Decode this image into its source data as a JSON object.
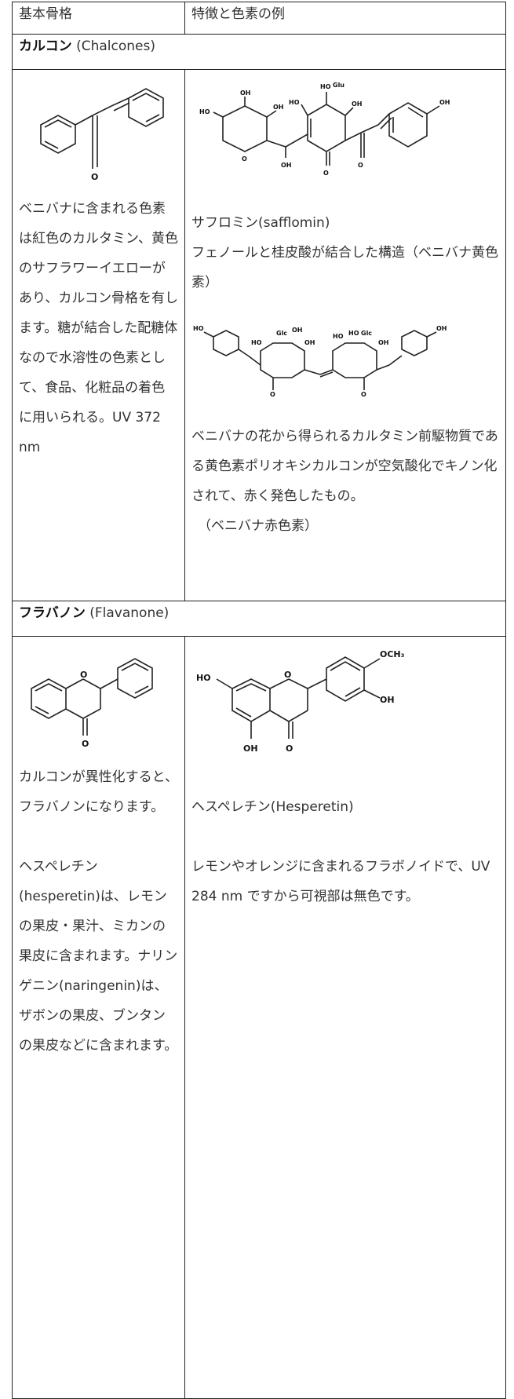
{
  "header": {
    "col1": "基本骨格",
    "col2": "特徴と色素の例"
  },
  "sections": [
    {
      "title_jp": "カルコン",
      "title_en": " (Chalcones)",
      "left_desc": "ベニバナに含まれる色素は紅色のカルタミン、黄色のサフラワーイエローがあり、カルコン骨格を有します。糖が結合した配糖体なので水溶性の色素として、食品、化粧品の着色に用いられる。UV 372 nm",
      "examples": [
        {
          "name": "サフロミン(safflomin)",
          "description": "フェノールと桂皮酸が結合した構造（ベニバナ黄色素）"
        },
        {
          "description": "ベニバナの花から得られるカルタミン前駆物質である黄色素ポリオキシカルコンが空気酸化でキノン化されて、赤く発色したもの。",
          "note": "（ベニバナ赤色素）"
        }
      ]
    },
    {
      "title_jp": "フラバノン",
      "title_en": " (Flavanone)",
      "left_desc_1": "カルコンが異性化すると、フラバノンになります。",
      "left_desc_2": "ヘスペレチン(hesperetin)は、レモンの果皮・果汁、ミカンの果皮に含まれます。ナリンゲニン(naringenin)は、ザボンの果皮、ブンタンの果皮などに含まれます。",
      "examples": [
        {
          "name": "ヘスペレチン(Hesperetin)",
          "description": "レモンやオレンジに含まれるフラボノイドで、UV 284 nm ですから可視部は無色です。"
        }
      ]
    }
  ],
  "molecule_labels": {
    "oh": "OH",
    "ho": "HO",
    "o": "O",
    "glu": "Glu",
    "glc": "Glc",
    "och3": "OCH₃"
  }
}
